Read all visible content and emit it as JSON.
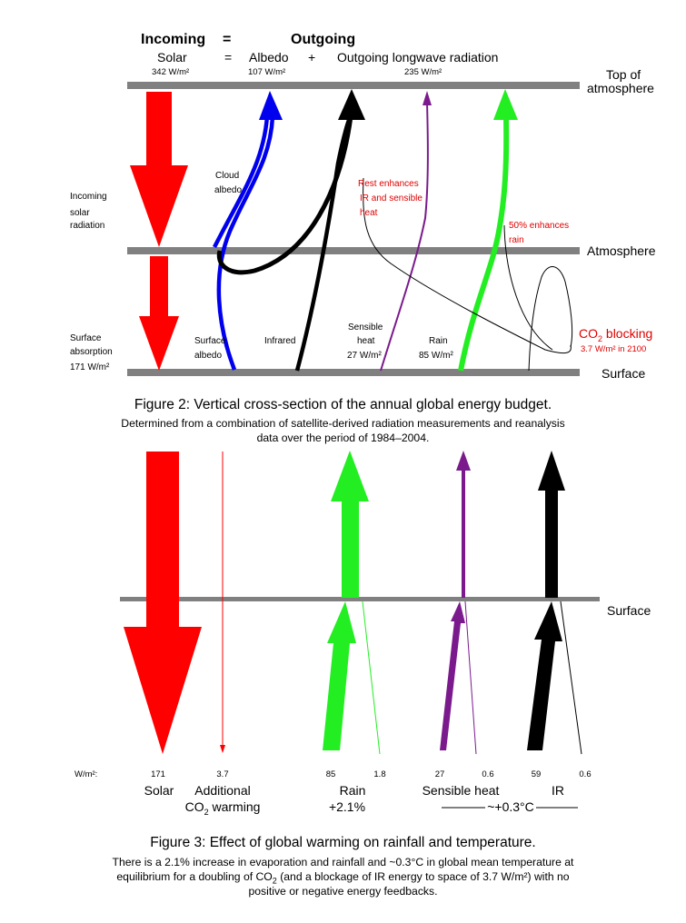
{
  "figure2": {
    "header": {
      "incoming": "Incoming",
      "eq_top": "=",
      "outgoing": "Outgoing",
      "solar": "Solar",
      "eq": "=",
      "albedo": "Albedo",
      "plus": "+",
      "olr": "Outgoing longwave radiation",
      "solar_value": "342 W/m²",
      "albedo_value": "107 W/m²",
      "olr_value": "235 W/m²"
    },
    "layers": {
      "toa_line1": "Top of",
      "toa_line2": "atmosphere",
      "atmosphere": "Atmosphere",
      "surface": "Surface"
    },
    "left_labels": {
      "incoming_1": "Incoming",
      "incoming_2": "solar",
      "incoming_3": "radiation",
      "surface_abs_1": "Surface",
      "surface_abs_2": "absorption",
      "surface_abs_3": "171 W/m²"
    },
    "flow_labels": {
      "cloud_albedo_1": "Cloud",
      "cloud_albedo_2": "albedo",
      "surface_albedo_1": "Surface",
      "surface_albedo_2": "albedo",
      "infrared": "Infrared",
      "sensible_1": "Sensible",
      "sensible_2": "heat",
      "sensible_3": "27 W/m²",
      "rain_1": "Rain",
      "rain_2": "85 W/m²"
    },
    "annotations": {
      "rest_1": "Rest enhances",
      "rest_2": "IR and sensible",
      "rest_3": "heat",
      "pct_1": "50% enhances",
      "pct_2": "rain",
      "co2_blocking_pre": "CO",
      "co2_blocking_sub": "2",
      "co2_blocking_post": " blocking",
      "co2_value": "3.7 W/m² in 2100"
    },
    "caption": "Figure 2: Vertical cross-section of the annual global energy budget.",
    "subcaption_1": "Determined from a combination of satellite-derived radiation measurements and reanalysis",
    "subcaption_2": "data over the period of 1984–2004."
  },
  "figure3": {
    "surface_label": "Surface",
    "units": "W/m²:",
    "values": {
      "solar": "171",
      "additional": "3.7",
      "rain": "85",
      "rain_delta": "1.8",
      "sensible": "27",
      "sensible_delta": "0.6",
      "ir": "59",
      "ir_delta": "0.6"
    },
    "labels": {
      "solar": "Solar",
      "additional_1": "Additional",
      "co2_pre": "CO",
      "co2_sub": "2",
      "co2_post": " warming",
      "rain": "Rain",
      "rain_pct": "+2.1%",
      "sensible": "Sensible heat",
      "ir": "IR",
      "temp": "~+0.3°C"
    },
    "caption": "Figure 3: Effect of global warming on rainfall and temperature.",
    "sub_1": "There is a 2.1% increase in evaporation and rainfall and ~0.3°C in global mean temperature at",
    "sub_2a": "equilibrium for a doubling of CO",
    "sub_2sub": "2",
    "sub_2b": " (and a blockage of IR energy to space of 3.7 W/m²) with no",
    "sub_3": "positive or negative energy feedbacks."
  },
  "colors": {
    "solar": "#ff0000",
    "albedo": "#0000ee",
    "infrared": "#000000",
    "sensible": "#7a1a8c",
    "rain": "#22ee22",
    "layer": "#808080",
    "annotation": "#e00000"
  }
}
